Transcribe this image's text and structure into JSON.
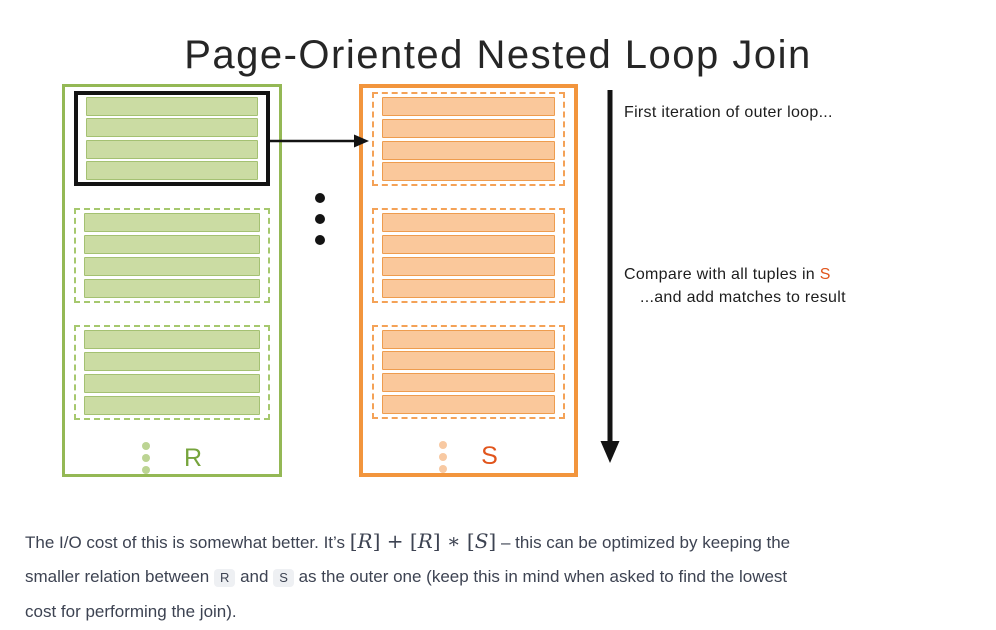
{
  "title": "Page-Oriented Nested Loop Join",
  "diagram": {
    "relations": [
      {
        "id": "r",
        "label": "R",
        "pages_visible": 3,
        "tuples_per_page": 4,
        "ellipsis_dots": 3,
        "first_page_highlighted": true,
        "colors": {
          "border": "#94b855",
          "dash": "#a6c86e",
          "tuple_fill": "#cbdca3",
          "tuple_border": "#a4c172",
          "label": "#76a43c",
          "dots": "#bcd493"
        }
      },
      {
        "id": "s",
        "label": "S",
        "pages_visible": 3,
        "tuples_per_page": 4,
        "ellipsis_dots": 3,
        "first_page_highlighted": false,
        "colors": {
          "border": "#f2953d",
          "dash": "#f4a257",
          "tuple_fill": "#fac89b",
          "tuple_border": "#ee9c4e",
          "label": "#e1551c",
          "dots": "#f8c9a2"
        }
      }
    ],
    "middle_ellipsis_dots": 3,
    "arrow_color": "#131313",
    "annotations": {
      "first_iteration": "First iteration of outer loop...",
      "compare_prefix": "Compare with all tuples in ",
      "compare_s": "S",
      "add_matches": "...and add matches to result"
    }
  },
  "paragraph": {
    "lines": [
      {
        "segments": [
          {
            "kind": "text",
            "value": "The I/O cost of this is somewhat better. It’s "
          },
          {
            "kind": "math",
            "tokens": [
              {
                "g": "[",
                "i": false
              },
              {
                "g": "R",
                "i": true
              },
              {
                "g": "]",
                "i": false
              },
              {
                "g": " + ",
                "i": false
              },
              {
                "g": "[",
                "i": false
              },
              {
                "g": "R",
                "i": true
              },
              {
                "g": "]",
                "i": false
              },
              {
                "g": " ∗ ",
                "i": false
              },
              {
                "g": "[",
                "i": false
              },
              {
                "g": "S",
                "i": true
              },
              {
                "g": "]",
                "i": false
              }
            ]
          },
          {
            "kind": "text",
            "value": " – this can be optimized by keeping the"
          }
        ]
      },
      {
        "segments": [
          {
            "kind": "text",
            "value": "smaller relation between "
          },
          {
            "kind": "code",
            "value": "R"
          },
          {
            "kind": "text",
            "value": " and "
          },
          {
            "kind": "code",
            "value": "S"
          },
          {
            "kind": "text",
            "value": " as the outer one (keep this in mind when asked to find the lowest"
          }
        ]
      },
      {
        "segments": [
          {
            "kind": "text",
            "value": "cost for performing the join)."
          }
        ]
      }
    ]
  }
}
